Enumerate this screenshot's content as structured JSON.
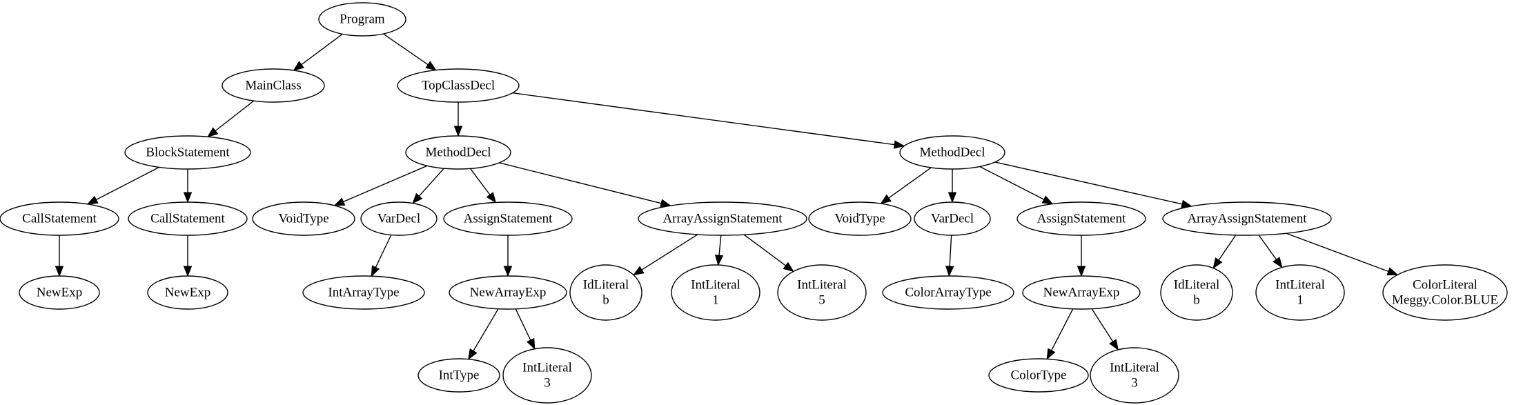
{
  "diagram": {
    "nodes": [
      {
        "id": "n0",
        "lines": [
          "Program"
        ]
      },
      {
        "id": "n1",
        "lines": [
          "MainClass"
        ]
      },
      {
        "id": "n2",
        "lines": [
          "TopClassDecl"
        ]
      },
      {
        "id": "n3",
        "lines": [
          "BlockStatement"
        ]
      },
      {
        "id": "n4",
        "lines": [
          "CallStatement"
        ]
      },
      {
        "id": "n5",
        "lines": [
          "CallStatement"
        ]
      },
      {
        "id": "n6",
        "lines": [
          "NewExp"
        ]
      },
      {
        "id": "n7",
        "lines": [
          "NewExp"
        ]
      },
      {
        "id": "n8",
        "lines": [
          "MethodDecl"
        ]
      },
      {
        "id": "n9",
        "lines": [
          "VoidType"
        ]
      },
      {
        "id": "n10",
        "lines": [
          "VarDecl"
        ]
      },
      {
        "id": "n11",
        "lines": [
          "AssignStatement"
        ]
      },
      {
        "id": "n12",
        "lines": [
          "ArrayAssignStatement"
        ]
      },
      {
        "id": "n13",
        "lines": [
          "IntArrayType"
        ]
      },
      {
        "id": "n14",
        "lines": [
          "NewArrayExp"
        ]
      },
      {
        "id": "n15",
        "lines": [
          "IntType"
        ]
      },
      {
        "id": "n16",
        "lines": [
          "IntLiteral",
          "3"
        ]
      },
      {
        "id": "n17",
        "lines": [
          "IdLiteral",
          "b"
        ]
      },
      {
        "id": "n18",
        "lines": [
          "IntLiteral",
          "1"
        ]
      },
      {
        "id": "n19",
        "lines": [
          "IntLiteral",
          "5"
        ]
      },
      {
        "id": "n20",
        "lines": [
          "MethodDecl"
        ]
      },
      {
        "id": "n21",
        "lines": [
          "VoidType"
        ]
      },
      {
        "id": "n22",
        "lines": [
          "VarDecl"
        ]
      },
      {
        "id": "n23",
        "lines": [
          "AssignStatement"
        ]
      },
      {
        "id": "n24",
        "lines": [
          "ArrayAssignStatement"
        ]
      },
      {
        "id": "n25",
        "lines": [
          "ColorArrayType"
        ]
      },
      {
        "id": "n26",
        "lines": [
          "NewArrayExp"
        ]
      },
      {
        "id": "n27",
        "lines": [
          "ColorType"
        ]
      },
      {
        "id": "n28",
        "lines": [
          "IntLiteral",
          "3"
        ]
      },
      {
        "id": "n29",
        "lines": [
          "IdLiteral",
          "b"
        ]
      },
      {
        "id": "n30",
        "lines": [
          "IntLiteral",
          "1"
        ]
      },
      {
        "id": "n31",
        "lines": [
          "ColorLiteral",
          "Meggy.Color.BLUE"
        ]
      }
    ],
    "edges": [
      [
        "n0",
        "n1"
      ],
      [
        "n0",
        "n2"
      ],
      [
        "n1",
        "n3"
      ],
      [
        "n3",
        "n4"
      ],
      [
        "n3",
        "n5"
      ],
      [
        "n4",
        "n6"
      ],
      [
        "n5",
        "n7"
      ],
      [
        "n2",
        "n8"
      ],
      [
        "n2",
        "n20"
      ],
      [
        "n8",
        "n9"
      ],
      [
        "n8",
        "n10"
      ],
      [
        "n8",
        "n11"
      ],
      [
        "n8",
        "n12"
      ],
      [
        "n10",
        "n13"
      ],
      [
        "n11",
        "n14"
      ],
      [
        "n14",
        "n15"
      ],
      [
        "n14",
        "n16"
      ],
      [
        "n12",
        "n17"
      ],
      [
        "n12",
        "n18"
      ],
      [
        "n12",
        "n19"
      ],
      [
        "n20",
        "n21"
      ],
      [
        "n20",
        "n22"
      ],
      [
        "n20",
        "n23"
      ],
      [
        "n20",
        "n24"
      ],
      [
        "n22",
        "n25"
      ],
      [
        "n23",
        "n26"
      ],
      [
        "n26",
        "n27"
      ],
      [
        "n26",
        "n28"
      ],
      [
        "n24",
        "n29"
      ],
      [
        "n24",
        "n30"
      ],
      [
        "n24",
        "n31"
      ]
    ]
  }
}
